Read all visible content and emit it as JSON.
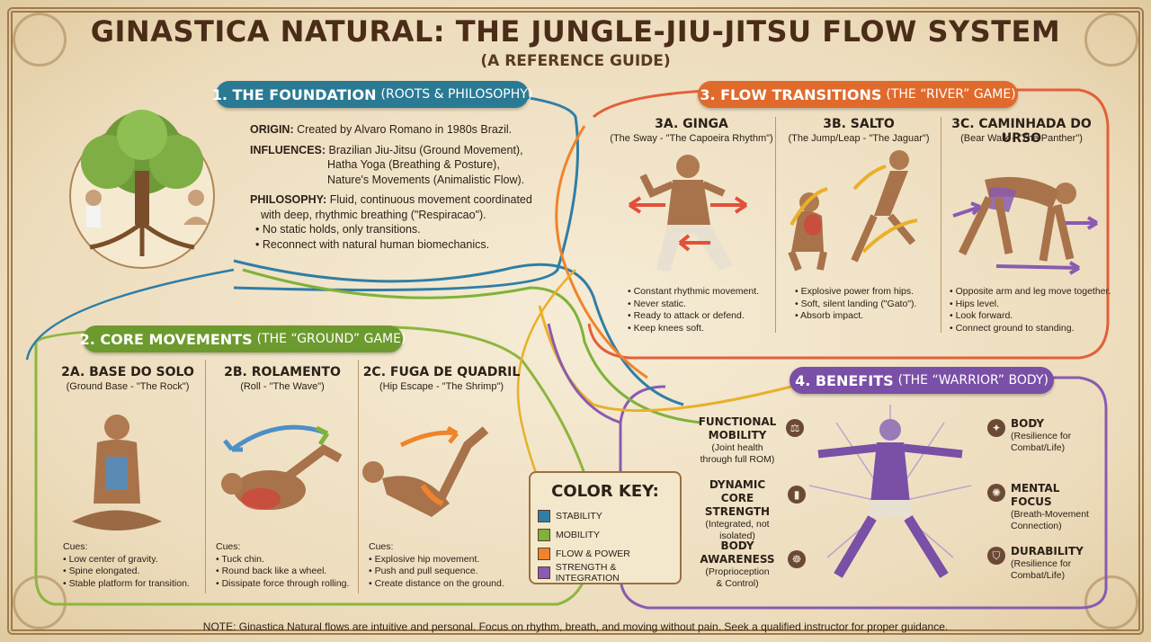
{
  "title": "GINASTICA NATURAL: THE JUNGLE-JIU-JITSU FLOW SYSTEM",
  "subtitle": "(A REFERENCE GUIDE)",
  "colors": {
    "stability": "#2f7ea6",
    "mobility": "#7fb23a",
    "flow_power": "#f0842a",
    "strength_integration": "#8a5bb0",
    "foundation_banner": "#2a7a94",
    "core_banner": "#6d9a2e",
    "flow_banner": "#e06a2c",
    "benefits_banner": "#7a4fa6"
  },
  "foundation": {
    "banner_main": "1. THE FOUNDATION",
    "banner_paren": "(ROOTS & PHILOSOPHY)",
    "origin_label": "ORIGIN:",
    "origin_text": "Created by Alvaro Romano in 1980s Brazil.",
    "influences_label": "INFLUENCES:",
    "influences_1": "Brazilian Jiu-Jitsu (Ground Movement),",
    "influences_2": "Hatha Yoga (Breathing & Posture),",
    "influences_3": "Nature's Movements (Animalistic Flow).",
    "philosophy_label": "PHILOSOPHY:",
    "philosophy_1": "Fluid, continuous movement coordinated",
    "philosophy_2": "with deep, rhythmic breathing (\"Respiracao\").",
    "bullet_1": "• No static holds, only transitions.",
    "bullet_2": "• Reconnect with natural human biomechanics."
  },
  "core": {
    "banner_main": "2. CORE MOVEMENTS",
    "banner_paren": "(THE “GROUND” GAME)",
    "moves": [
      {
        "title": "2A. BASE DO SOLO",
        "sub": "(Ground Base - \"The Rock\")",
        "cues_label": "Cues:",
        "cues": [
          "• Low center of gravity.",
          "• Spine elongated.",
          "• Stable platform for transition."
        ]
      },
      {
        "title": "2B. ROLAMENTO",
        "sub": "(Roll - \"The Wave\")",
        "cues_label": "Cues:",
        "cues": [
          "• Tuck chin.",
          "• Round back like a wheel.",
          "• Dissipate force through rolling."
        ]
      },
      {
        "title": "2C. FUGA DE QUADRIL",
        "sub": "(Hip Escape - \"The Shrimp\")",
        "cues_label": "Cues:",
        "cues": [
          "• Explosive hip movement.",
          "• Push and pull sequence.",
          "• Create distance on the ground."
        ]
      }
    ]
  },
  "flow": {
    "banner_main": "3. FLOW TRANSITIONS",
    "banner_paren": "(THE “RIVER” GAME)",
    "moves": [
      {
        "title": "3A. GINGA",
        "sub": "(The Sway - \"The Capoeira Rhythm\")",
        "cues": [
          "• Constant rhythmic movement.",
          "• Never static.",
          "• Ready to attack or defend.",
          "• Keep knees soft."
        ]
      },
      {
        "title": "3B. SALTO",
        "sub": "(The Jump/Leap - \"The Jaguar\")",
        "cues": [
          "• Explosive power from hips.",
          "• Soft, silent landing (\"Gato\").",
          "• Absorb impact."
        ]
      },
      {
        "title": "3C. CAMINHADA DO URSO",
        "sub": "(Bear Walk - \"The Panther\")",
        "cues": [
          "• Opposite arm and leg move together.",
          "• Hips level.",
          "• Look forward.",
          "• Connect ground to standing."
        ]
      }
    ]
  },
  "color_key": {
    "title": "COLOR KEY:",
    "items": [
      {
        "label": "STABILITY",
        "color": "#2f7ea6"
      },
      {
        "label": "MOBILITY",
        "color": "#7fb23a"
      },
      {
        "label": "FLOW & POWER",
        "color": "#f0842a"
      },
      {
        "label": "STRENGTH & INTEGRATION",
        "color": "#8a5bb0"
      }
    ]
  },
  "benefits": {
    "banner_main": "4. BENEFITS",
    "banner_paren": "(THE “WARRIOR” BODY)",
    "left": [
      {
        "h1": "FUNCTIONAL",
        "h2": "MOBILITY",
        "d1": "(Joint health",
        "d2": "through full ROM)",
        "icon": "dumbbell-icon"
      },
      {
        "h1": "DYNAMIC CORE",
        "h2": "STRENGTH",
        "d1": "(Integrated, not",
        "d2": "isolated)",
        "icon": "torso-icon"
      },
      {
        "h1": "BODY",
        "h2": "AWARENESS",
        "d1": "(Proprioception",
        "d2": "& Control)",
        "icon": "meditation-icon"
      }
    ],
    "right": [
      {
        "h1": "BODY",
        "d1": "(Resilience for",
        "d2": "Combat/Life)",
        "icon": "lightbulb-icon"
      },
      {
        "h1": "MENTAL FOCUS",
        "d1": "(Breath-Movement",
        "d2": "Connection)",
        "icon": "brain-icon"
      },
      {
        "h1": "DURABILITY",
        "d1": "(Resilience for",
        "d2": "Combat/Life)",
        "icon": "shield-icon"
      }
    ]
  },
  "note": "NOTE: Ginastica Natural flows are intuitive and personal. Focus on rhythm, breath, and moving without pain. Seek a qualified instructor for proper guidance."
}
